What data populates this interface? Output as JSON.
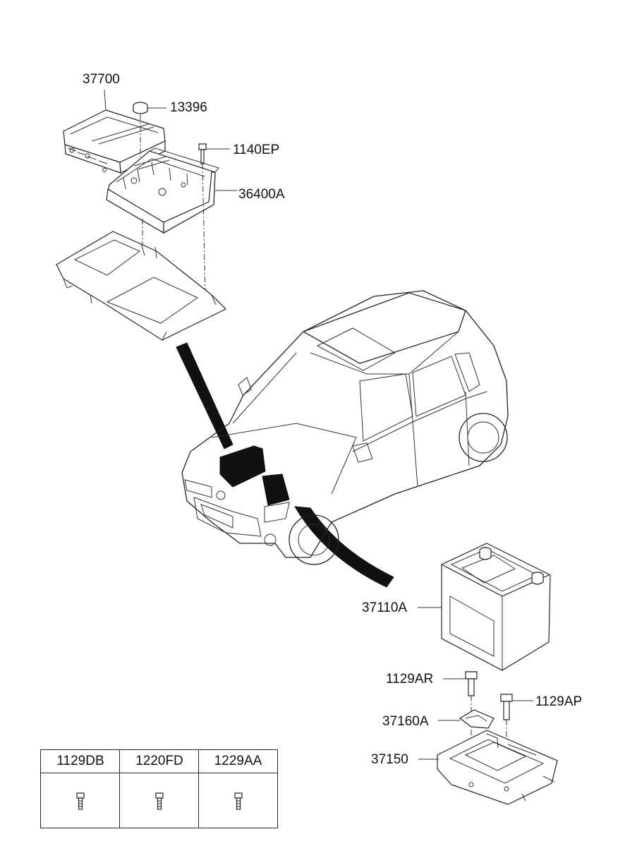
{
  "labels": {
    "p37700": "37700",
    "p13396": "13396",
    "p1140EP": "1140EP",
    "p36400A": "36400A",
    "p37110A": "37110A",
    "p1129AR": "1129AR",
    "p1129AP": "1129AP",
    "p37160A": "37160A",
    "p37150": "37150"
  },
  "legend_table": {
    "columns": [
      "1129DB",
      "1220FD",
      "1229AA"
    ],
    "icons": [
      "bolt-icon",
      "bolt-icon",
      "bolt-icon"
    ]
  },
  "colors": {
    "line": "#222222",
    "fill_dark": "#111111",
    "background": "#ffffff"
  }
}
